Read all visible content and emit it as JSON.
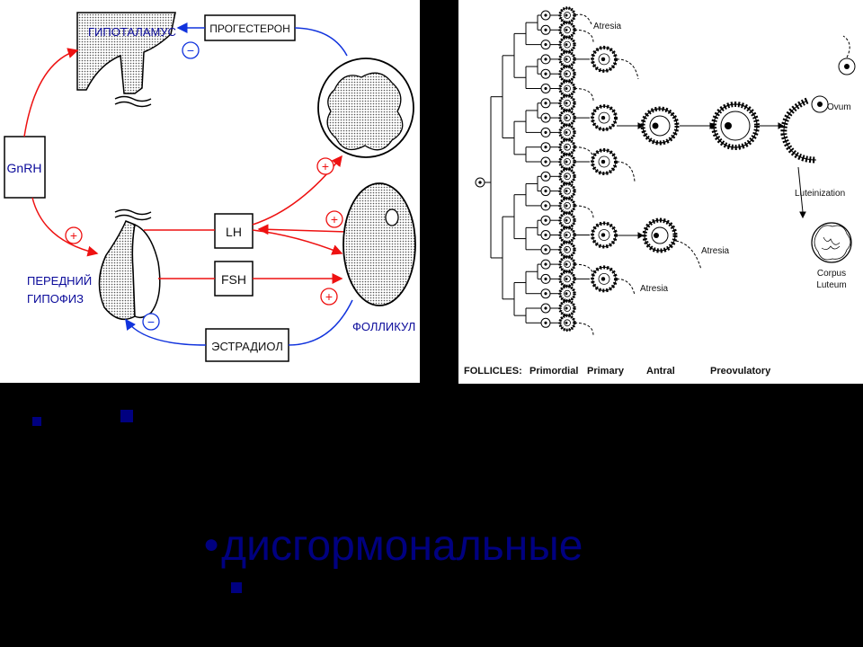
{
  "left_diagram": {
    "labels": {
      "hypothalamus": "ГИПОТАЛАМУС",
      "progesterone": "ПРОГЕСТЕРОН",
      "gnrh": "GnRH",
      "lh": "LH",
      "fsh": "FSH",
      "pituitary_line1": "ПЕРЕДНИЙ",
      "pituitary_line2": "ГИПОФИЗ",
      "estradiol": "ЭСТРАДИОЛ",
      "follicle": "ФОЛЛИКУЛ",
      "plus": "+",
      "minus": "−"
    },
    "colors": {
      "stimulation": "#ee1111",
      "inhibition": "#1133dd",
      "label": "#0a0a9a"
    }
  },
  "right_diagram": {
    "labels": {
      "atresia": "Atresia",
      "ovum": "Ovum",
      "luteinization": "Luteinization",
      "corpus_line1": "Corpus",
      "corpus_line2": "Luteum",
      "follicles": "FOLLICLES:",
      "primordial": "Primordial",
      "primary": "Primary",
      "antral": "Antral",
      "preovulatory": "Preovulatory"
    }
  },
  "slide": {
    "main_text": "дисгормональные",
    "bullet_dot": "●",
    "text_color": "#000080"
  }
}
